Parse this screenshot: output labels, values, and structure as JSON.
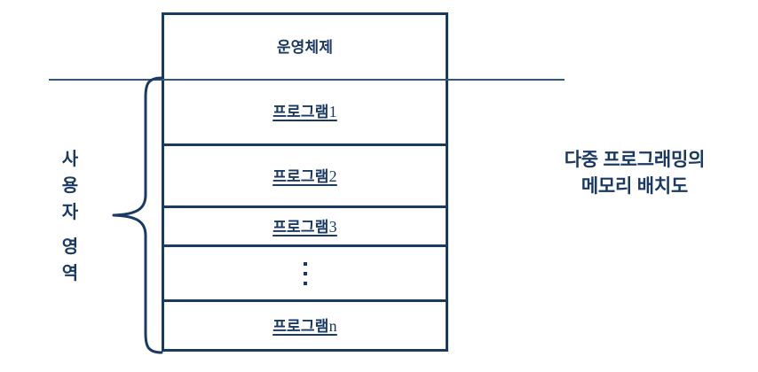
{
  "diagram": {
    "title_caption": {
      "line1": "다중 프로그래밍의",
      "line2": "메모리 배치도"
    },
    "brace_label": {
      "chars": [
        "사",
        "용",
        "자",
        "영",
        "역"
      ],
      "text": "사용자 영역"
    },
    "memory_rows": [
      {
        "name": "operating-system",
        "label": "운영체제",
        "suffix": "",
        "underlined": false,
        "kind": "text"
      },
      {
        "name": "program-1",
        "label": "프로그램",
        "suffix": "1",
        "underlined": true,
        "kind": "text"
      },
      {
        "name": "program-2",
        "label": "프로그램",
        "suffix": "2",
        "underlined": true,
        "kind": "text"
      },
      {
        "name": "program-3",
        "label": "프로그램",
        "suffix": "3",
        "underlined": true,
        "kind": "text"
      },
      {
        "name": "ellipsis",
        "label": "",
        "suffix": "",
        "underlined": false,
        "kind": "ellipsis"
      },
      {
        "name": "program-n",
        "label": "프로그램",
        "suffix": "n",
        "underlined": true,
        "kind": "text"
      }
    ],
    "colors": {
      "ink": "#1b3a63",
      "rule": "#2f5787",
      "background": "#ffffff"
    }
  }
}
